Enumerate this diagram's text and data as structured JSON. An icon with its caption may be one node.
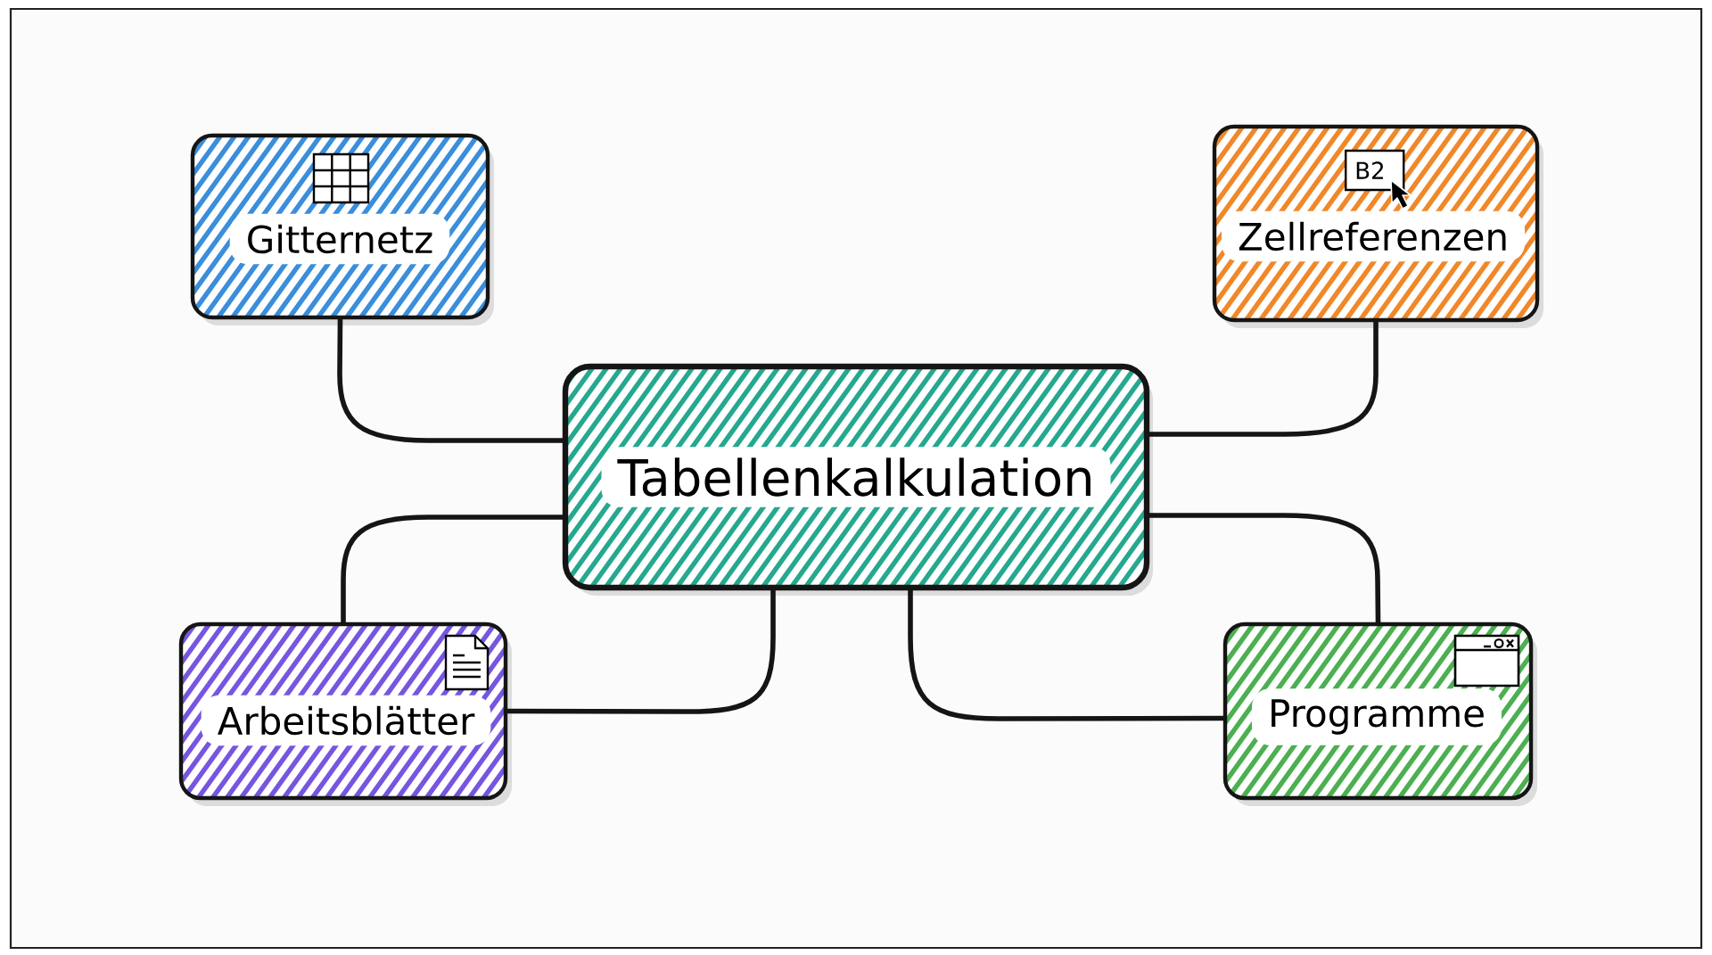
{
  "diagram": {
    "nodes": [
      {
        "text": [
          "Gitternetz"
        ]
      },
      {
        "text": [
          "Zellreferenzen"
        ]
      },
      {
        "text": [
          "Tabellenkalkulation"
        ]
      },
      {
        "text": [
          "Arbeitsblätter"
        ]
      },
      {
        "text": [
          "Programme"
        ]
      }
    ],
    "edges": [
      {
        "from": 2,
        "to": 0,
        "arrow": "none"
      },
      {
        "from": 2,
        "to": 1,
        "arrow": "none"
      },
      {
        "from": 2,
        "to": 3,
        "arrow": "none"
      },
      {
        "from": 2,
        "to": 3,
        "arrow": "none"
      },
      {
        "from": 2,
        "to": 4,
        "arrow": "none"
      },
      {
        "from": 2,
        "to": 4,
        "arrow": "none"
      }
    ],
    "labels": [
      "B2"
    ]
  }
}
